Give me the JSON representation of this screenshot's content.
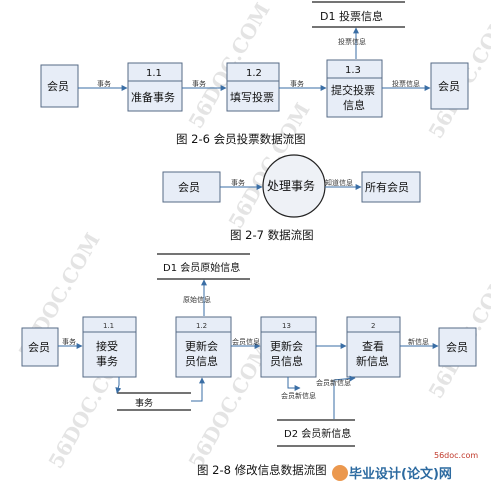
{
  "fig1": {
    "store_d1": "D1 投票信息",
    "store_label": "投票信息",
    "ext_member": "会员",
    "ext_member_right": "会员",
    "p11_id": "1.1",
    "p11_name": "准备事务",
    "p12_id": "1.2",
    "p12_name": "填写投票",
    "p13_id": "1.3",
    "p13_name_1": "提交投票",
    "p13_name_2": "信息",
    "flow_a": "事务",
    "flow_b": "事务",
    "flow_c": "事务",
    "flow_d": "投票信息",
    "caption": "图 2-6  会员投票数据流图"
  },
  "fig2": {
    "ext_member": "会员",
    "process": "处理事务",
    "ext_all": "所有会员",
    "flow_a": "事务",
    "flow_b": "知道信息",
    "caption": "图 2-7  数据流图"
  },
  "fig3": {
    "store_d1": "D1 会员原始信息",
    "store_d1_label": "原始信息",
    "ext_member": "会员",
    "ext_member_right": "会员",
    "p11_id": "1.1",
    "p11_name_1": "接受",
    "p11_name_2": "事务",
    "p12_id": "1.2",
    "p12_name_1": "更新会",
    "p12_name_2": "员信息",
    "p13_id": "13",
    "p13_name_1": "更新会",
    "p13_name_2": "员信息",
    "p2_id": "2",
    "p2_name_1": "查看",
    "p2_name_2": "新信息",
    "store_tx": "事务",
    "store_d2": "D2 会员新信息",
    "flow_a": "事务",
    "flow_b": "会员信息",
    "flow_c": "新信息",
    "flow_d": "会员新信息",
    "flow_e": "会员新信息",
    "caption": "图 2-8  修改信息数据流图"
  },
  "footer": {
    "site_small": "56doc.com",
    "site_main": "毕业设计(论文)网"
  },
  "watermark": "56DOC.COM"
}
